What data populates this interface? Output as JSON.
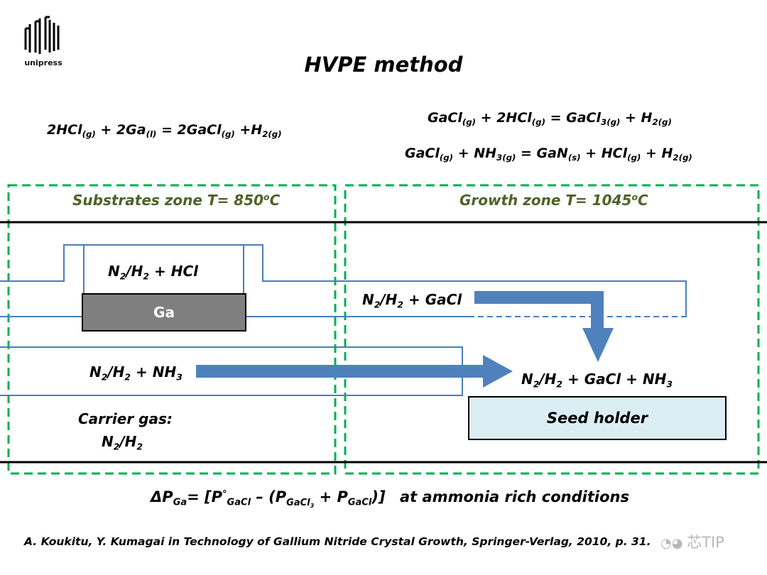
{
  "title": "HVPE method",
  "logo": {
    "text": "unipress"
  },
  "equations": {
    "left": {
      "a": "2HCl",
      "a_sub": "(g)",
      "b": " + 2Ga",
      "b_sub": "(l)",
      "c": " = 2GaCl",
      "c_sub": "(g)",
      "d": " +H",
      "d_sub": "2(g)"
    },
    "right1": {
      "a": "GaCl",
      "a_sub": "(g)",
      "b": " + 2HCl",
      "b_sub": "(g)",
      "c": " = GaCl",
      "c_sub": "3(g)",
      "d": " + H",
      "d_sub": "2(g)"
    },
    "right2": {
      "a": "GaCl",
      "a_sub": "(g)",
      "b": " + NH",
      "b_sub": "3(g)",
      "c": " = GaN",
      "c_sub": "(s)",
      "d": " + HCl",
      "d_sub": "(g)",
      "e": " + H",
      "e_sub": "2(g)"
    }
  },
  "zones": {
    "substrates": {
      "label": "Substrates zone T= 850",
      "sup": "o",
      "unit": "C"
    },
    "growth": {
      "label": "Growth zone T= 1045",
      "sup": "o",
      "unit": "C"
    }
  },
  "flows": {
    "upper_inlet": {
      "a": "N",
      "a_sub": "2",
      "b": "/H",
      "b_sub": "2",
      "c": " + HCl"
    },
    "gacl": {
      "a": "N",
      "a_sub": "2",
      "b": "/H",
      "b_sub": "2",
      "c": " + GaCl"
    },
    "nh3": {
      "a": "N",
      "a_sub": "2",
      "b": "/H",
      "b_sub": "2",
      "c": " + NH",
      "c_sub": "3"
    },
    "mixed": {
      "a": "N",
      "a_sub": "2",
      "b": "/H",
      "b_sub": "2",
      "c": " + GaCl + NH",
      "c_sub": "3"
    }
  },
  "ga_label": "Ga",
  "seed_holder": "Seed holder",
  "carrier_gas": {
    "line1": "Carrier gas:",
    "a": "N",
    "a_sub": "2",
    "b": "/H",
    "b_sub": "2"
  },
  "formula": {
    "a": "ΔP",
    "a_sub": "Ga",
    "b": "= [P",
    "b_sup": "°",
    "b_sub": "GaCl",
    "c": " – (P",
    "c_sub": "GaCl",
    "c_sub2": "3",
    "d": " + P",
    "d_sub": "GaCl",
    "e": ")]",
    "note": "at ammonia rich conditions"
  },
  "reference": "A. Koukitu, Y. Kumagai in Technology of Gallium Nitride Crystal Growth, Springer-Verlag, 2010, p. 31.",
  "watermark": "芯TIP",
  "colors": {
    "zone_border": "#00b050",
    "tube": "#4a7ebb",
    "arrow": "#4f81bd",
    "zone_text": "#4f6228",
    "seed_fill": "#dbeef4",
    "ga_fill": "#7f7f7f"
  }
}
